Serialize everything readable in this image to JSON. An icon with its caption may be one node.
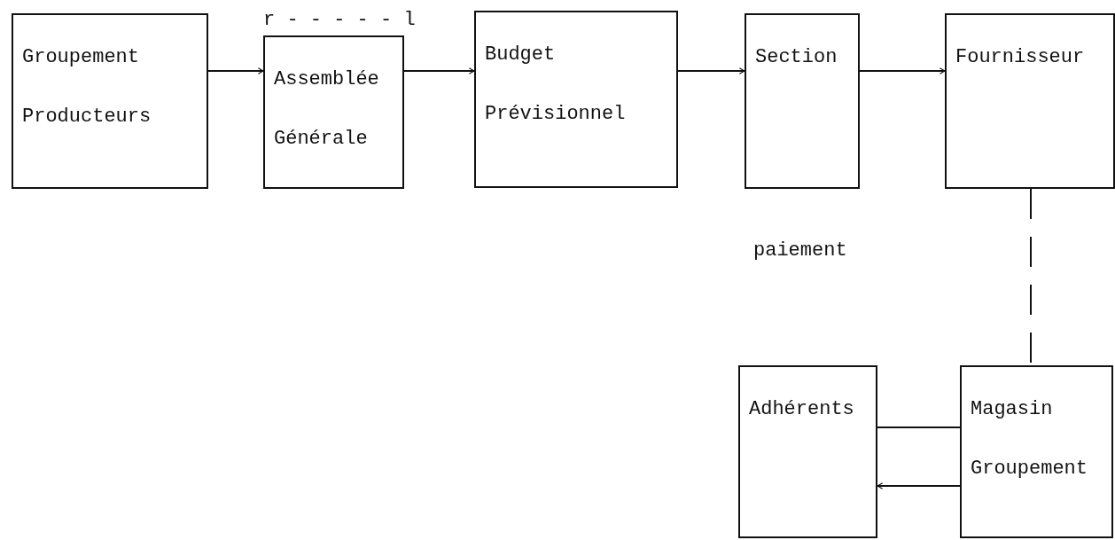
{
  "diagram": {
    "nodes": [
      {
        "text": [
          "Groupement Producteurs"
        ]
      },
      {
        "text": [
          "Assemblée Générale"
        ]
      },
      {
        "text": [
          "Budget Prévisionnel"
        ]
      },
      {
        "text": [
          "Section"
        ]
      },
      {
        "text": [
          "Fournisseur"
        ]
      },
      {
        "text": [
          "Adhérents"
        ]
      },
      {
        "text": [
          "Magasin Groupement"
        ]
      }
    ],
    "edges": [
      {
        "from": 0,
        "to": 1,
        "arrow": "to"
      },
      {
        "from": 1,
        "to": 2,
        "arrow": "to"
      },
      {
        "from": 2,
        "to": 3,
        "arrow": "to"
      },
      {
        "from": 3,
        "to": 4,
        "arrow": "to"
      },
      {
        "from": 4,
        "to": 6,
        "arrow": "none",
        "style": "dashed"
      },
      {
        "from": 6,
        "to": 5,
        "arrow": "none"
      },
      {
        "from": 6,
        "to": 5,
        "arrow": "to"
      }
    ],
    "labels": [
      "r - - - - - l",
      "paiement"
    ]
  }
}
